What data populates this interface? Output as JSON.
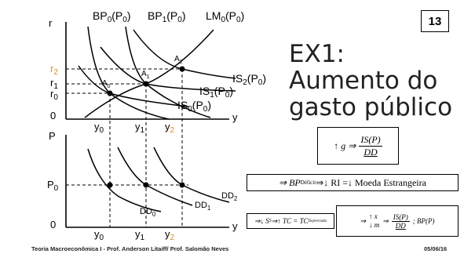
{
  "slide_number": "13",
  "title": "EX1: Aumento do gasto público",
  "curves_top": {
    "bp0": "BP",
    "bp0_sub": "0",
    "bp0_arg": "(P",
    "bp0_arg_sub": "0",
    "bp1": "BP",
    "bp1_sub": "1",
    "bp1_arg": "(P",
    "bp1_arg_sub": "0",
    "lm0": "LM",
    "lm0_sub": "0",
    "lm0_arg": "(P",
    "lm0_arg_sub": "0",
    "is2": "IS",
    "is2_sub": "2",
    "is2_arg": "(P",
    "is2_arg_sub": "0",
    "is1": "IS",
    "is1_sub": "1",
    "is1_arg": "(P",
    "is1_arg_sub": "0",
    "is0": "IS",
    "is0_sub": "0",
    "is0_arg": "(P",
    "is0_arg_sub": "0"
  },
  "points": {
    "a0": "A",
    "a0_sub": "0",
    "a1": "A",
    "a1_sub": "1",
    "a2": "A",
    "a2_sub": "2"
  },
  "axes_top": {
    "r": "r",
    "origin": "0",
    "y": "y",
    "r2": "r",
    "r2_sub": "2",
    "r1": "r",
    "r1_sub": "1",
    "r0": "r",
    "r0_sub": "0",
    "y0": "y",
    "y0_sub": "0",
    "y1": "y",
    "y1_sub": "1",
    "y2": "y",
    "y2_sub": "2"
  },
  "axes_bottom": {
    "p": "P",
    "origin": "0",
    "y": "y",
    "p0": "P",
    "p0_sub": "0",
    "y0": "y",
    "y0_sub": "0",
    "y1": "y",
    "y1_sub": "1",
    "y2": "y",
    "y2_sub": "2"
  },
  "curves_bottom": {
    "dd0": "DD",
    "dd0_sub": "0",
    "dd1": "DD",
    "dd1_sub": "1",
    "dd2": "DD",
    "dd2_sub": "2"
  },
  "box1": {
    "lead": "↑ g ⇒",
    "num": "IS(P)",
    "den": "DD"
  },
  "box2": {
    "text_a": "⇒ BP",
    "sub": "Déficit",
    "text_b": " ⇒↓ RI =↓ Moeda Estrangeira"
  },
  "box3": {
    "text": "⇒↓ S",
    "sup": "S",
    "text_b": " ⇒↑ TC = TC",
    "sub": "Depreciada"
  },
  "box4": {
    "arrow": "⇒",
    "up": "↑ x",
    "down": "↓ m",
    "mid": "⇒",
    "num": "IS(P)",
    "den": "DD",
    "tail": "; BP(P)"
  },
  "footer_left": "Teoria Macroeconômica I - Prof. Anderson Litaiff/ Prof. Salomão Neves",
  "footer_right": "05/06/16",
  "colors": {
    "accent": "#e08a1e",
    "line": "#000000"
  }
}
